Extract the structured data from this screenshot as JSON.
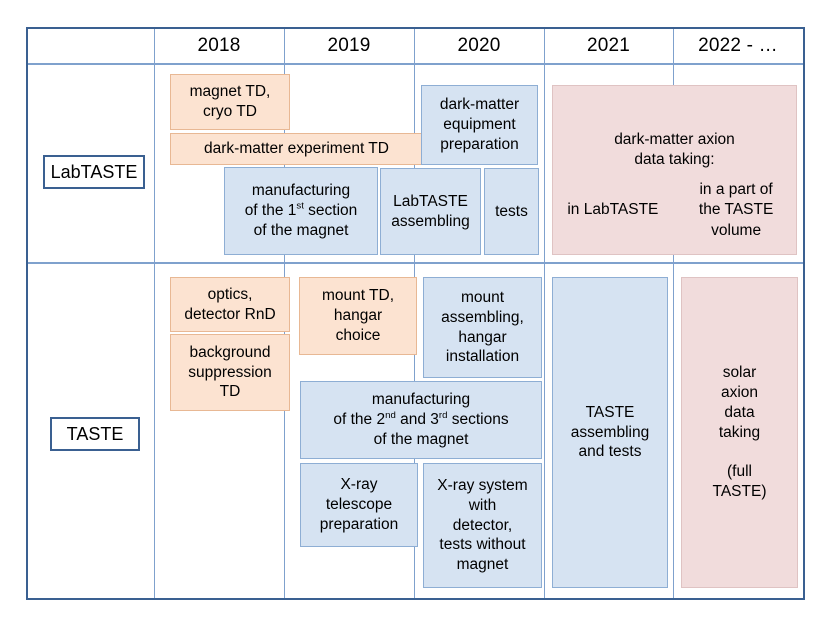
{
  "table": {
    "columns": [
      {
        "id": "rowlabel",
        "header": ""
      },
      {
        "id": "y2018",
        "header": "2018"
      },
      {
        "id": "y2019",
        "header": "2019"
      },
      {
        "id": "y2020",
        "header": "2020"
      },
      {
        "id": "y2021",
        "header": "2021"
      },
      {
        "id": "y2022",
        "header": "2022 - …"
      }
    ],
    "rows": [
      {
        "id": "labtaste",
        "label": "LabTASTE"
      },
      {
        "id": "taste",
        "label": "TASTE"
      }
    ]
  },
  "labtaste": {
    "magnet_cryo_td": "magnet TD,\ncryo TD",
    "dm_experiment_td": "dark-matter experiment TD",
    "manufacturing_1st_line1": "manufacturing",
    "manufacturing_1st_line2_a": "of the 1",
    "manufacturing_1st_line2_sup": "st",
    "manufacturing_1st_line2_b": " section",
    "manufacturing_1st_line3": "of the magnet",
    "dm_equipment_preparation": "dark-matter\nequipment\npreparation",
    "labtaste_assembling": "LabTASTE\nassembling",
    "tests": "tests",
    "dm_axion_title": "dark-matter axion\ndata taking:",
    "dm_axion_left": "in LabTASTE",
    "dm_axion_right": "in a part of\nthe TASTE\nvolume"
  },
  "taste": {
    "optics_detector_rnd": "optics,\ndetector RnD",
    "background_suppression_td": "background\nsuppression\nTD",
    "mount_td_hangar_choice": "mount TD,\nhangar\nchoice",
    "mount_assembling": "mount\nassembling,\nhangar\ninstallation",
    "manufacturing_23_line1": "manufacturing",
    "manufacturing_23_line2_a": "of the 2",
    "manufacturing_23_line2_sup1": "nd",
    "manufacturing_23_line2_mid": " and 3",
    "manufacturing_23_line2_sup2": "rd",
    "manufacturing_23_line2_b": " sections",
    "manufacturing_23_line3": "of the magnet",
    "xray_telescope_preparation": "X-ray\ntelescope\npreparation",
    "xray_system": "X-ray system\nwith\ndetector,\ntests without\nmagnet",
    "taste_assembling_tests": "TASTE\nassembling\nand tests",
    "solar_axion": "solar\naxion\ndata\ntaking\n\n(full\nTASTE)"
  },
  "colors": {
    "frame_border": "#3a6091",
    "grid_line": "#7fa1cd",
    "orange_fill": "#fce3d1",
    "orange_border": "#e8b894",
    "blue_fill": "#d6e3f2",
    "blue_border": "#8eaed4",
    "rose_fill": "#f1dcdc",
    "rose_border": "#dfc3c3",
    "page_background": "#ffffff"
  }
}
